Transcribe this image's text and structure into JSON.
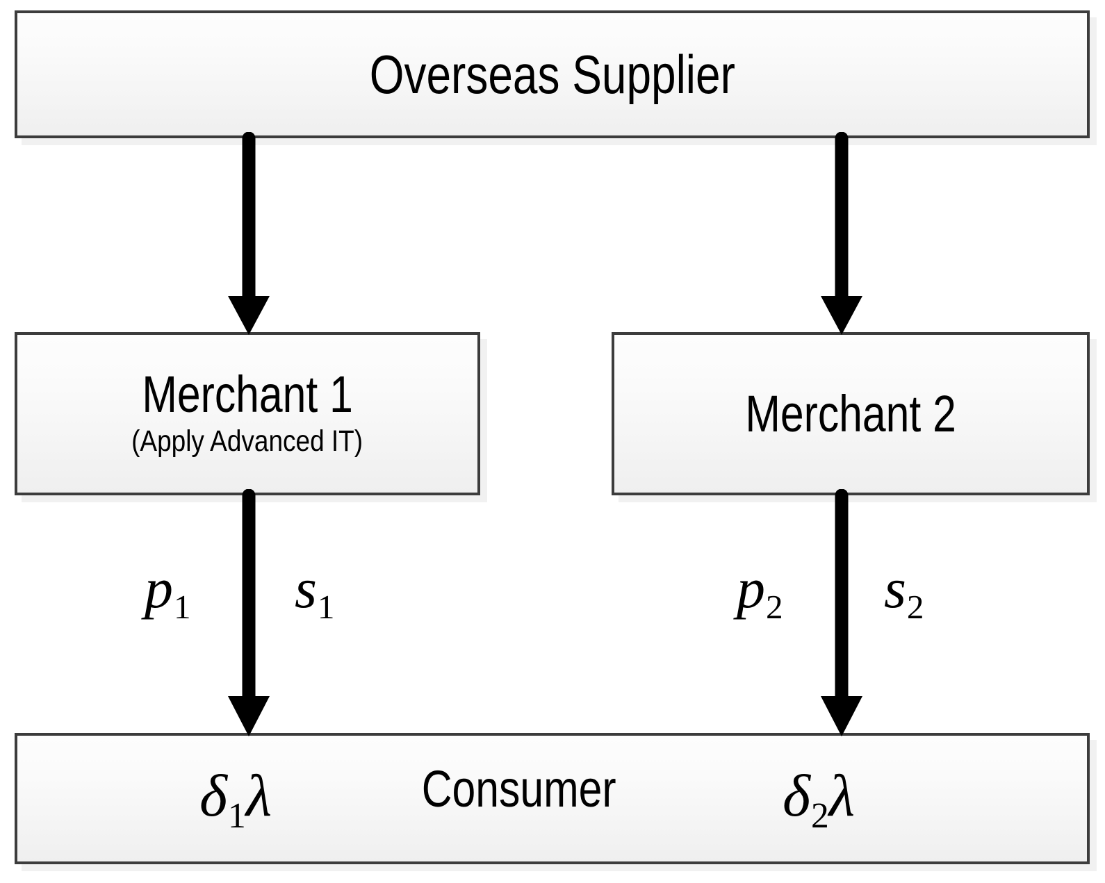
{
  "diagram": {
    "title": "Supply chain structure: overseas supplier to two merchants to consumer",
    "background": "#ffffff",
    "box_border_color": "#3c3c3c",
    "arrow_color": "#000000",
    "nodes": {
      "supplier": {
        "label": "Overseas Supplier"
      },
      "merchant1": {
        "label": "Merchant 1",
        "sublabel": "(Apply Advanced IT)"
      },
      "merchant2": {
        "label": "Merchant 2"
      },
      "consumer": {
        "label": "Consumer"
      }
    },
    "edges": [
      {
        "name": "supplier-to-merchant1",
        "from": "supplier",
        "to": "merchant1",
        "labels": []
      },
      {
        "name": "supplier-to-merchant2",
        "from": "supplier",
        "to": "merchant2",
        "labels": []
      },
      {
        "name": "merchant1-to-consumer",
        "from": "merchant1",
        "to": "consumer",
        "labels": [
          "p1",
          "s1"
        ]
      },
      {
        "name": "merchant2-to-consumer",
        "from": "merchant2",
        "to": "consumer",
        "labels": [
          "p2",
          "s2"
        ]
      }
    ],
    "math": {
      "p1_base": "p",
      "p1_sub": "1",
      "s1_base": "s",
      "s1_sub": "1",
      "p2_base": "p",
      "p2_sub": "2",
      "s2_base": "s",
      "s2_sub": "2",
      "delta1_base": "δ",
      "delta1_sub": "1",
      "delta1_lambda": "λ",
      "delta2_base": "δ",
      "delta2_sub": "2",
      "delta2_lambda": "λ"
    }
  }
}
